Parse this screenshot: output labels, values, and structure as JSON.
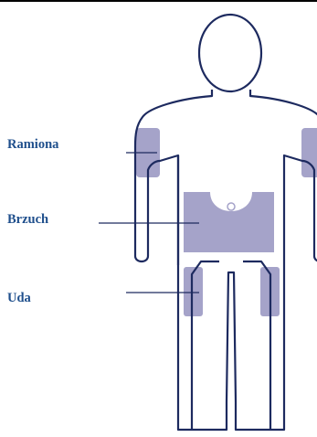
{
  "labels": {
    "arms": "Ramiona",
    "belly": "Brzuch",
    "thighs": "Uda"
  },
  "colors": {
    "outline": "#1d2a5f",
    "zone_fill": "#a5a3c9",
    "label_text": "#1f4f8c",
    "pointer": "#1d2a5f"
  },
  "icons": {
    "figure": "human-body-outline",
    "navel": "navel-circle"
  }
}
